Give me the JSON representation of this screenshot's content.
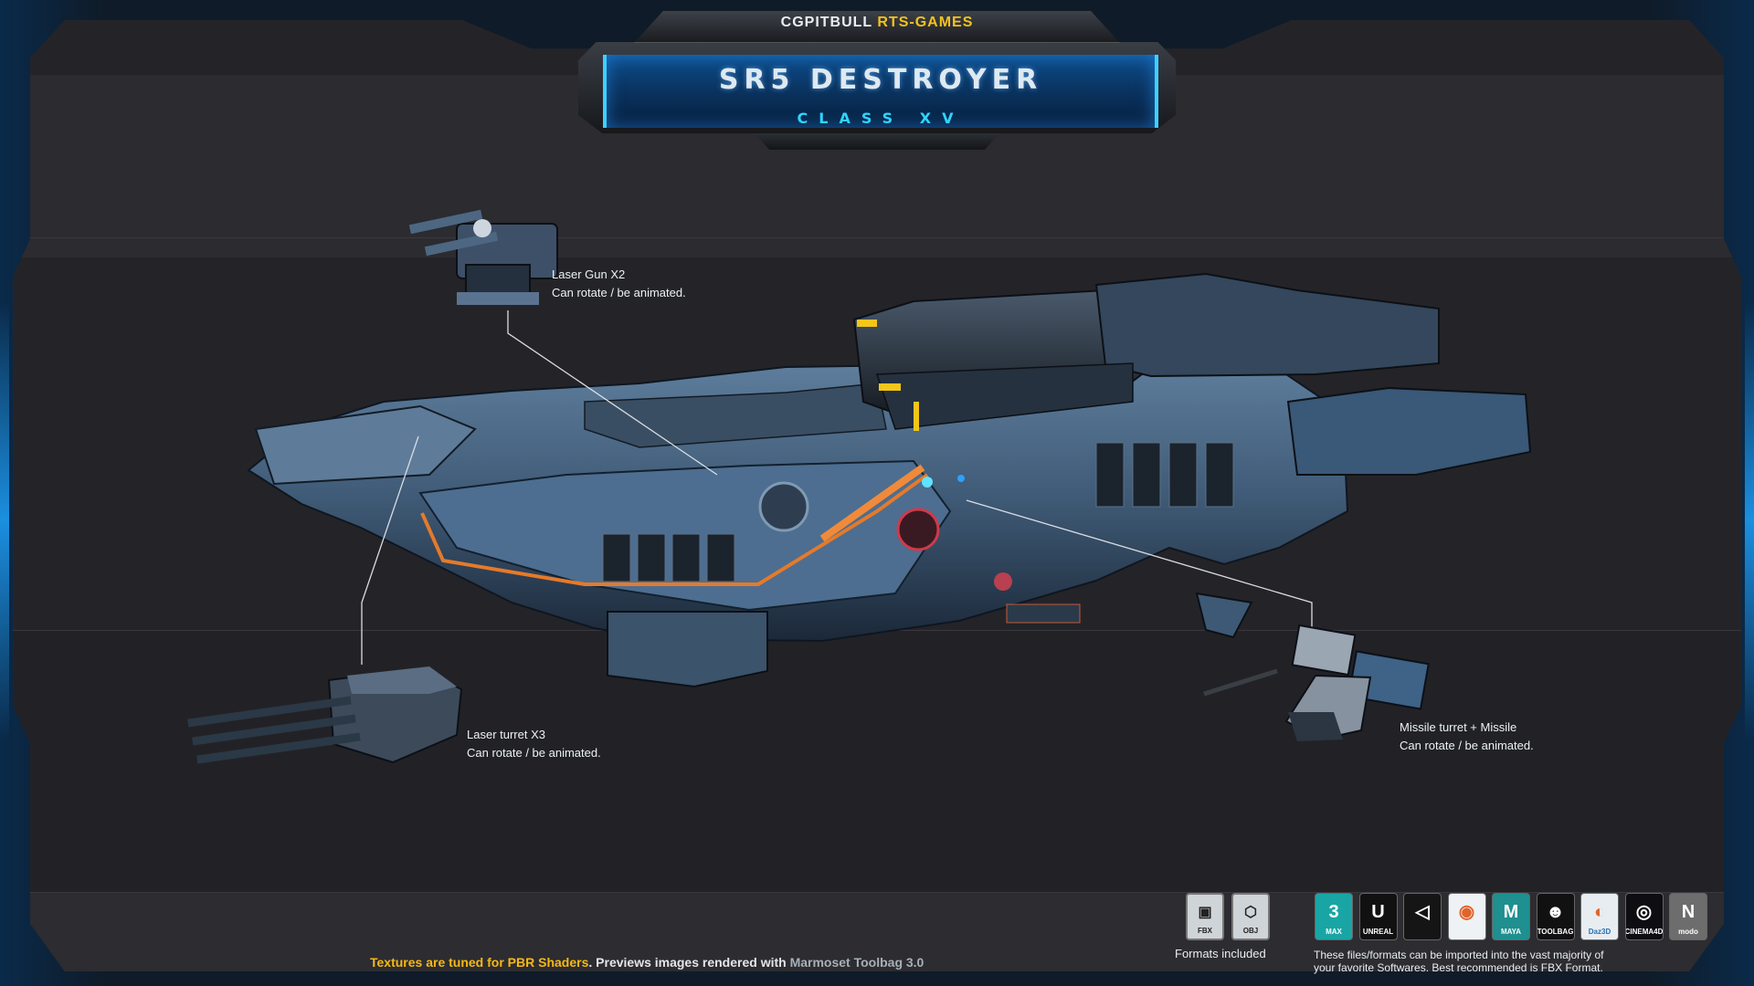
{
  "header": {
    "brand_white": "CGPITBULL",
    "brand_yellow": "RTS-GAMES",
    "title": "SR5 DESTROYER",
    "subtitle": "CLASS XV"
  },
  "callouts": [
    {
      "title": "Laser Gun X2",
      "note": "Can rotate / be animated."
    },
    {
      "title": "Laser turret X3",
      "note": "Can rotate / be animated."
    },
    {
      "title": "Missile turret + Missile",
      "note": "Can rotate / be animated."
    }
  ],
  "footer": {
    "part1": "Textures are tuned for PBR Shaders",
    "part2": ". Previews images rendered with ",
    "part3": "Marmoset Toolbag 3.0"
  },
  "formats": {
    "caption": "Formats included",
    "items": [
      {
        "label": "FBX",
        "icon": "fbx-file-icon"
      },
      {
        "label": "OBJ",
        "icon": "obj-file-icon"
      }
    ]
  },
  "software": {
    "caption_line1": "These files/formats can be imported into the vast majority of",
    "caption_line2": "your favorite Softwares. Best recommended is FBX Format.",
    "items": [
      {
        "label": "MAX",
        "glyph": "3",
        "color": "#1aa5a5"
      },
      {
        "label": "UNREAL",
        "glyph": "U",
        "color": "#111111"
      },
      {
        "label": "",
        "glyph": "◁",
        "color": "#151515"
      },
      {
        "label": "",
        "glyph": "◉",
        "color": "#eef2f5"
      },
      {
        "label": "MAYA",
        "glyph": "M",
        "color": "#1f8f8f"
      },
      {
        "label": "TOOLBAG",
        "glyph": "☻",
        "color": "#111111"
      },
      {
        "label": "Daz3D",
        "glyph": "◐",
        "color": "#e8edf1"
      },
      {
        "label": "CINEMA4D",
        "glyph": "◎",
        "color": "#0d0d12"
      },
      {
        "label": "modo",
        "glyph": "N",
        "color": "#6d6d6d"
      }
    ]
  },
  "colors": {
    "accent_yellow": "#f5c21c",
    "accent_cyan": "#2fd4ff",
    "panel_bg": "#242428"
  }
}
